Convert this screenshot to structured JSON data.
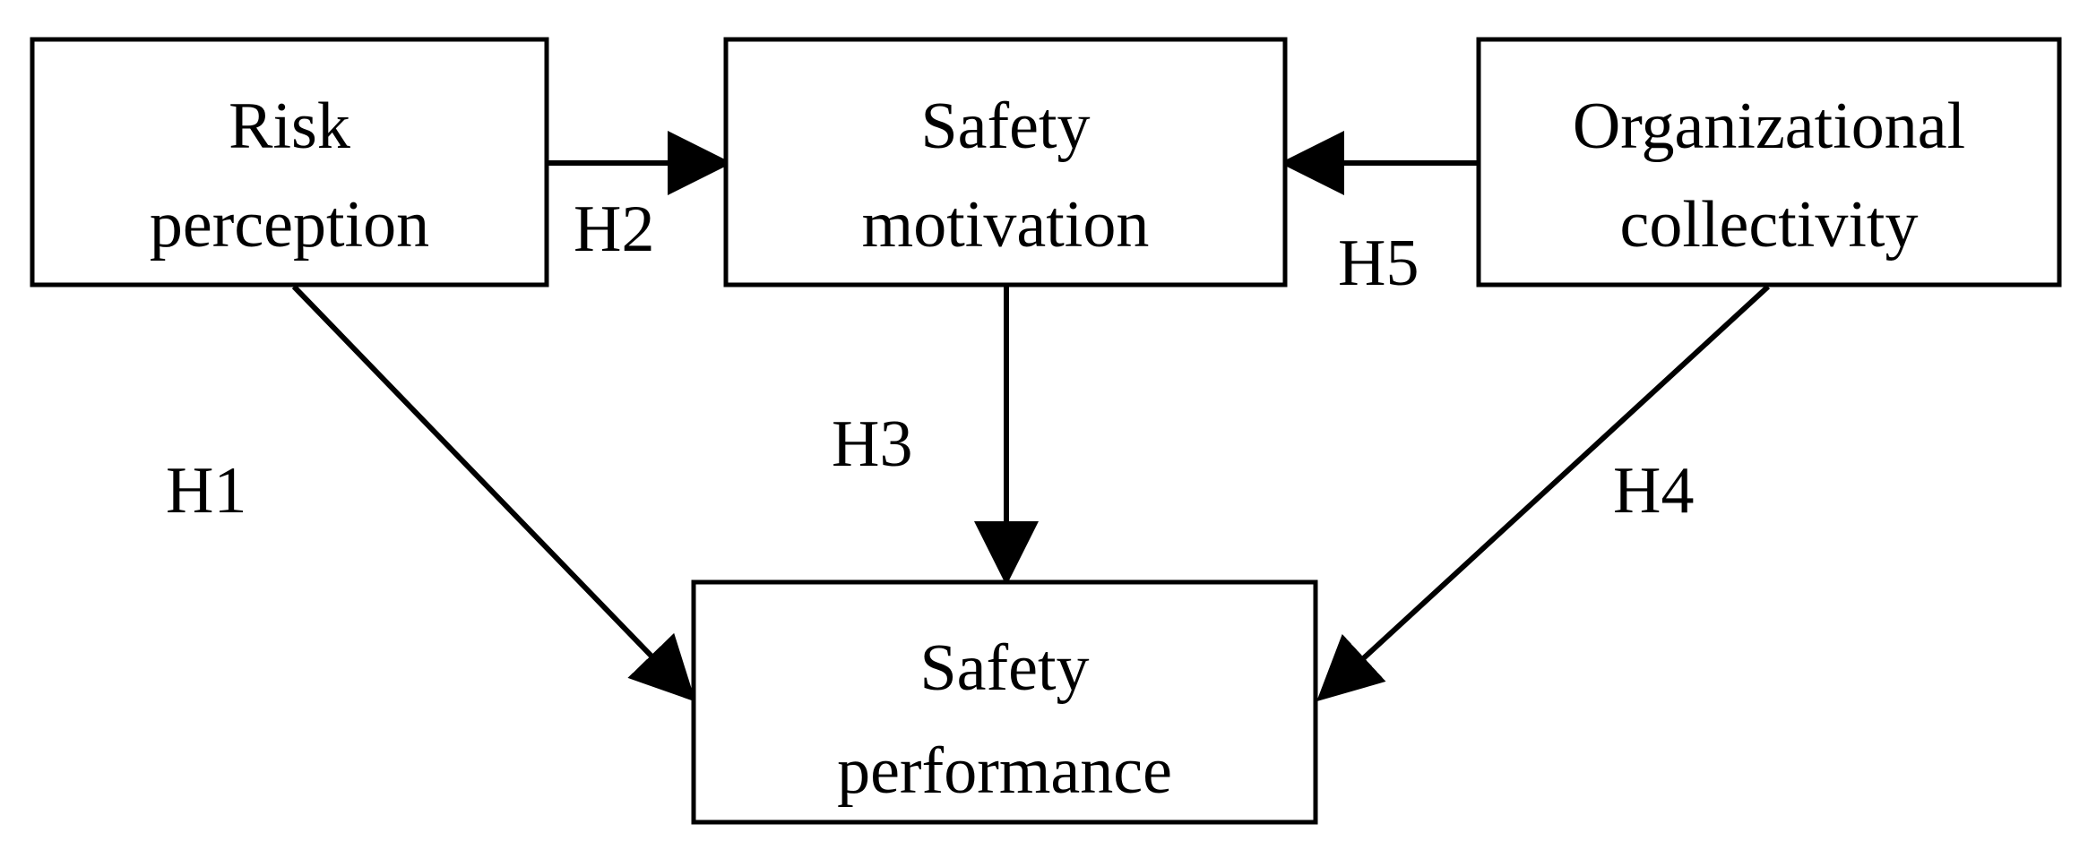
{
  "diagram": {
    "nodes": {
      "risk_perception": {
        "line1": "Risk",
        "line2": "perception"
      },
      "safety_motivation": {
        "line1": "Safety",
        "line2": "motivation"
      },
      "organizational_collectivity": {
        "line1": "Organizational",
        "line2": "collectivity"
      },
      "safety_performance": {
        "line1": "Safety",
        "line2": "performance"
      }
    },
    "edges": {
      "h1": {
        "label": "H1",
        "from": "Risk perception",
        "to": "Safety performance"
      },
      "h2": {
        "label": "H2",
        "from": "Risk perception",
        "to": "Safety motivation"
      },
      "h3": {
        "label": "H3",
        "from": "Safety motivation",
        "to": "Safety performance"
      },
      "h4": {
        "label": "H4",
        "from": "Organizational collectivity",
        "to": "Safety performance"
      },
      "h5": {
        "label": "H5",
        "from": "Organizational collectivity",
        "to": "Safety motivation"
      }
    },
    "colors": {
      "stroke": "#000000",
      "background": "#ffffff"
    }
  }
}
